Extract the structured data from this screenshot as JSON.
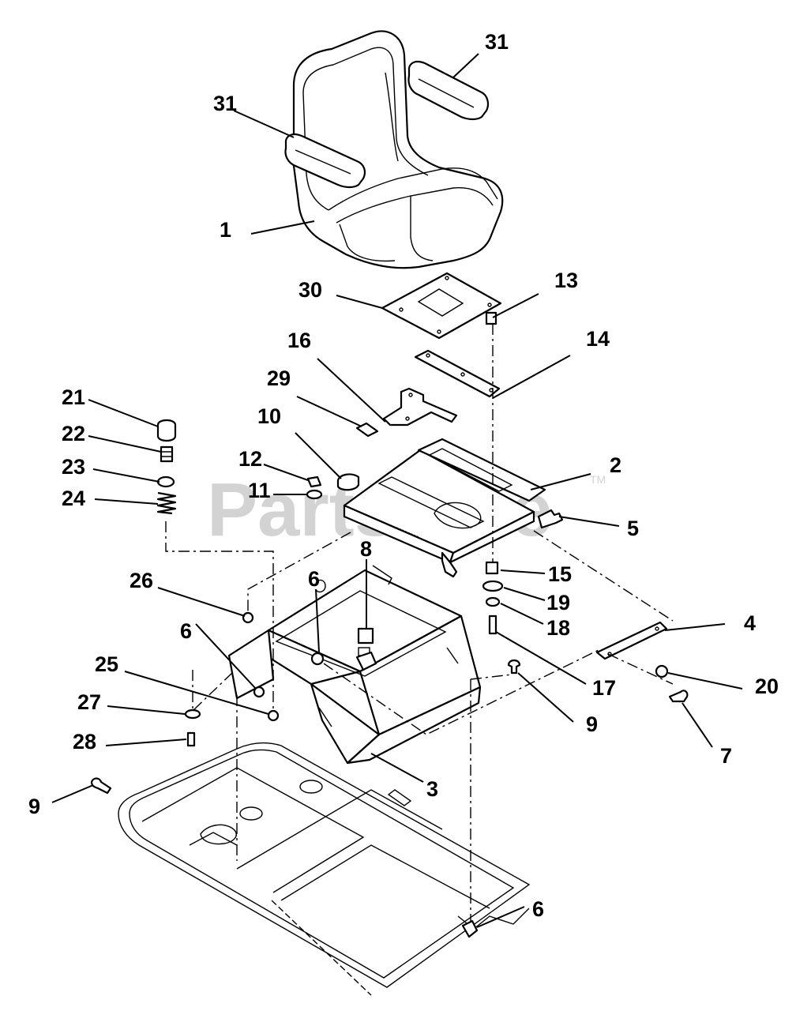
{
  "watermark": {
    "text": "PartsTree",
    "mark": "TM"
  },
  "callouts": [
    {
      "id": "1",
      "label": "1"
    },
    {
      "id": "2",
      "label": "2"
    },
    {
      "id": "3",
      "label": "3"
    },
    {
      "id": "4",
      "label": "4"
    },
    {
      "id": "5",
      "label": "5"
    },
    {
      "id": "6a",
      "label": "6"
    },
    {
      "id": "6b",
      "label": "6"
    },
    {
      "id": "6c",
      "label": "6"
    },
    {
      "id": "7",
      "label": "7"
    },
    {
      "id": "8",
      "label": "8"
    },
    {
      "id": "9a",
      "label": "9"
    },
    {
      "id": "9b",
      "label": "9"
    },
    {
      "id": "10",
      "label": "10"
    },
    {
      "id": "11",
      "label": "11"
    },
    {
      "id": "12",
      "label": "12"
    },
    {
      "id": "13",
      "label": "13"
    },
    {
      "id": "14",
      "label": "14"
    },
    {
      "id": "15",
      "label": "15"
    },
    {
      "id": "16",
      "label": "16"
    },
    {
      "id": "17",
      "label": "17"
    },
    {
      "id": "18",
      "label": "18"
    },
    {
      "id": "19",
      "label": "19"
    },
    {
      "id": "20",
      "label": "20"
    },
    {
      "id": "21",
      "label": "21"
    },
    {
      "id": "22",
      "label": "22"
    },
    {
      "id": "23",
      "label": "23"
    },
    {
      "id": "24",
      "label": "24"
    },
    {
      "id": "25",
      "label": "25"
    },
    {
      "id": "26",
      "label": "26"
    },
    {
      "id": "27",
      "label": "27"
    },
    {
      "id": "28",
      "label": "28"
    },
    {
      "id": "29",
      "label": "29"
    },
    {
      "id": "30",
      "label": "30"
    },
    {
      "id": "31a",
      "label": "31"
    },
    {
      "id": "31b",
      "label": "31"
    }
  ]
}
